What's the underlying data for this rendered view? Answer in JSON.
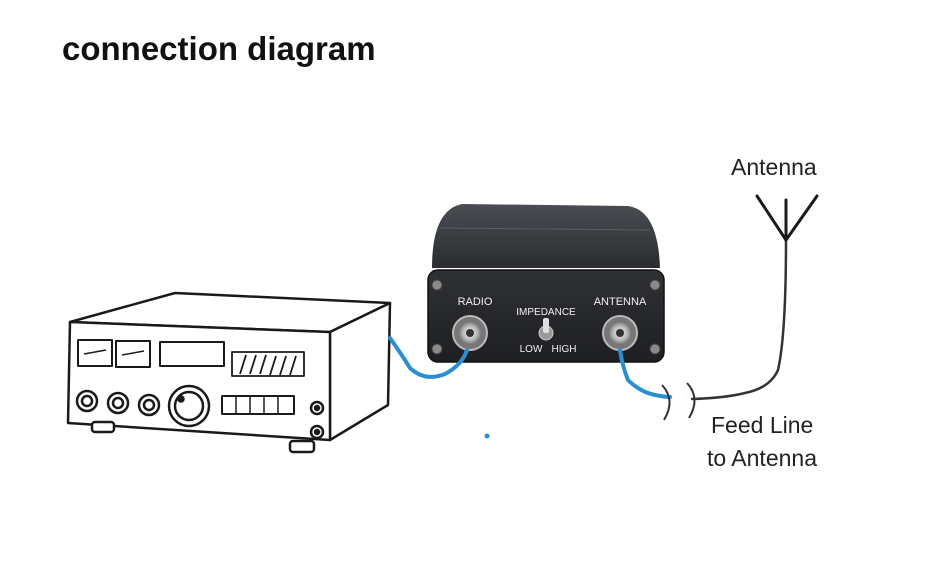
{
  "title": "connection diagram",
  "labels": {
    "antenna": "Antenna",
    "feed_line_1": "Feed Line",
    "feed_line_2": "to Antenna"
  },
  "tuner_box": {
    "radio_port": "RADIO",
    "antenna_port": "ANTENNA",
    "switch_label": "IMPEDANCE",
    "switch_low": "LOW",
    "switch_high": "HIGH"
  },
  "colors": {
    "cable": "#2a8fd0",
    "box_body": "#2b2d30",
    "outline": "#1a1a1a",
    "feed_line": "#333333"
  }
}
